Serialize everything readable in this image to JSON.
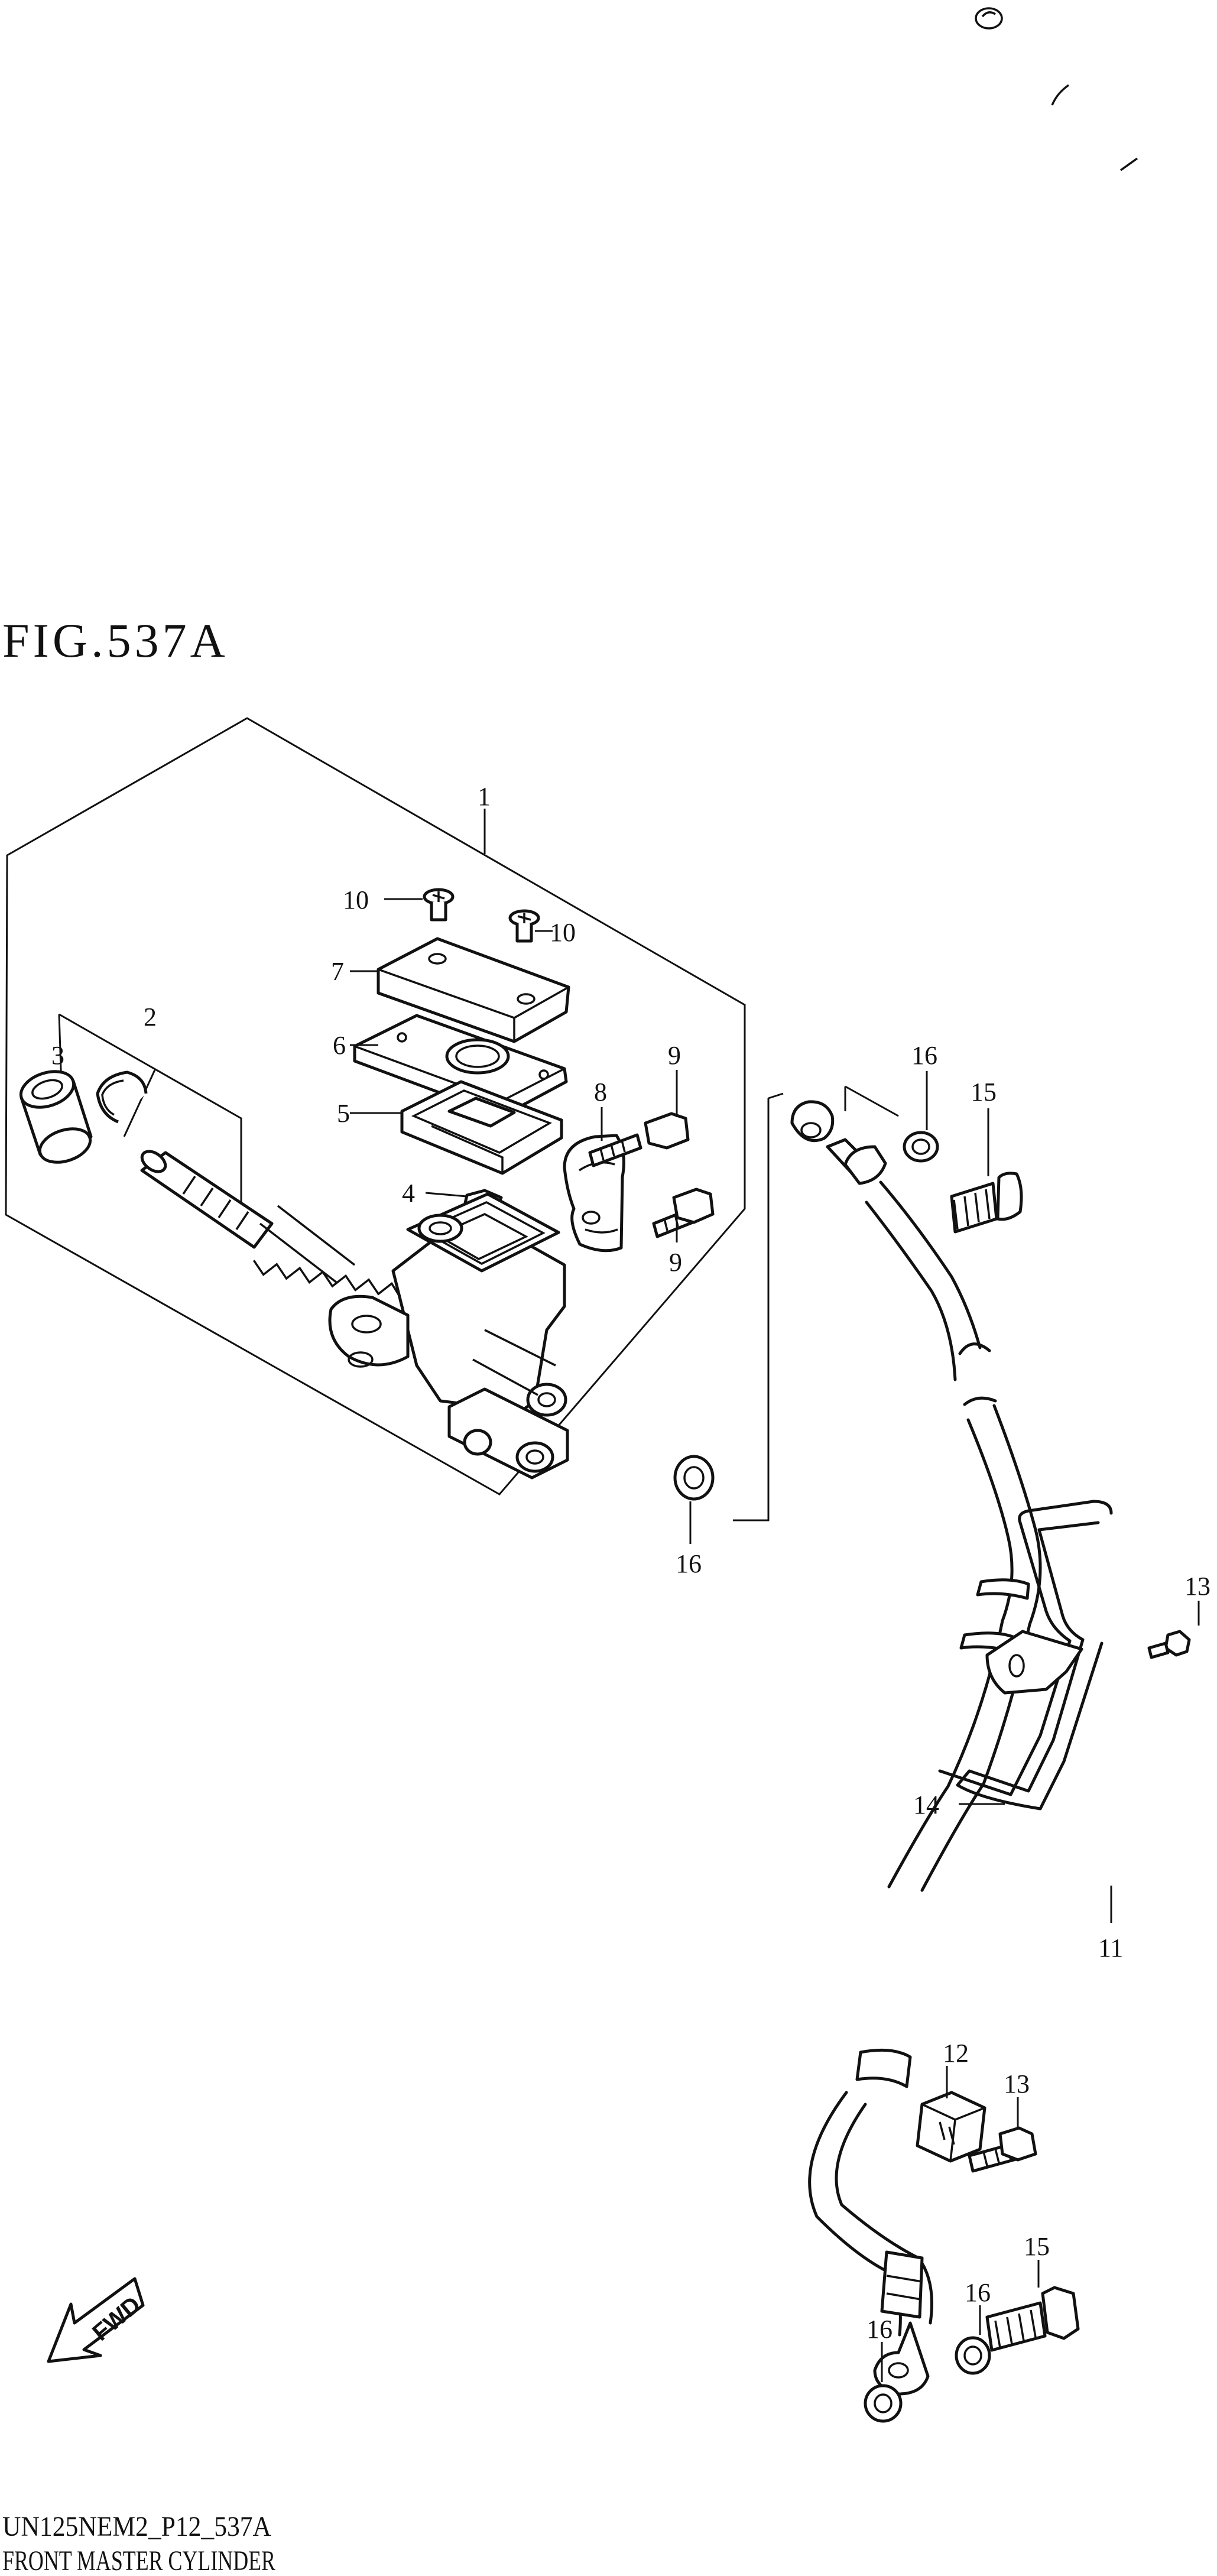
{
  "figure": {
    "title": "FIG.537A",
    "footer_code": "UN125NEM2_P12_537A",
    "footer_name": "FRONT MASTER CYLINDER",
    "fwd_label": "FWD"
  },
  "callouts": {
    "c1": "1",
    "c2": "2",
    "c3": "3",
    "c4": "4",
    "c5": "5",
    "c6": "6",
    "c7": "7",
    "c8": "8",
    "c9a": "9",
    "c9b": "9",
    "c10a": "10",
    "c10b": "10",
    "c11": "11",
    "c12": "12",
    "c13a": "13",
    "c13b": "13",
    "c14": "14",
    "c15a": "15",
    "c15b": "15",
    "c16a": "16",
    "c16b": "16",
    "c16c": "16",
    "c16d": "16"
  }
}
